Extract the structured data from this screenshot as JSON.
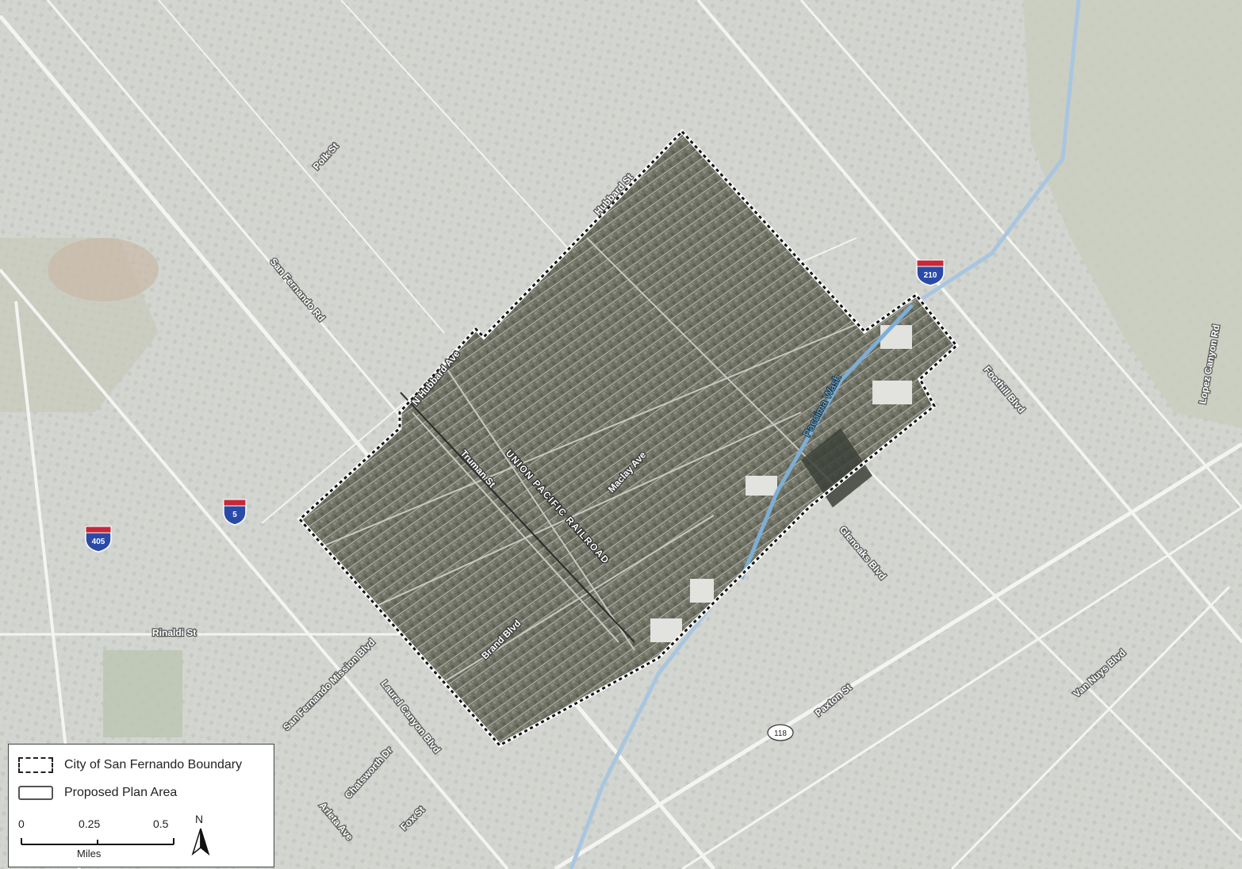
{
  "streets": {
    "polk": "Polk St",
    "hubbard": "Hubbard St",
    "san_fernando_rd": "San Fernando Rd",
    "n_hubbard_ave": "N Hubbard Ave",
    "truman": "Truman St",
    "railroad": "UNION PACIFIC RAILROAD",
    "maclay": "Maclay Ave",
    "pacoima_wash": "Pacoima Wash",
    "foothill": "Foothill Blvd",
    "lopez_canyon": "Lopez Canyon Rd",
    "glenoaks": "Glenoaks Blvd",
    "rinaldi": "Rinaldi St",
    "brand": "Brand Blvd",
    "sf_mission": "San Fernando Mission Blvd",
    "laurel_canyon": "Laurel Canyon Blvd",
    "chatsworth": "Chatsworth Dr",
    "arleta": "Arleta Ave",
    "fox": "Fox St",
    "paxton": "Paxton St",
    "van_nuys": "Van Nuys Blvd"
  },
  "shields": {
    "i210": "210",
    "i5": "5",
    "i405": "405",
    "sr118": "118"
  },
  "legend": {
    "boundary_label": "City of San Fernando Boundary",
    "plan_area_label": "Proposed Plan Area",
    "scale_0": "0",
    "scale_025": "0.25",
    "scale_05": "0.5",
    "scale_unit": "Miles",
    "north": "N"
  }
}
